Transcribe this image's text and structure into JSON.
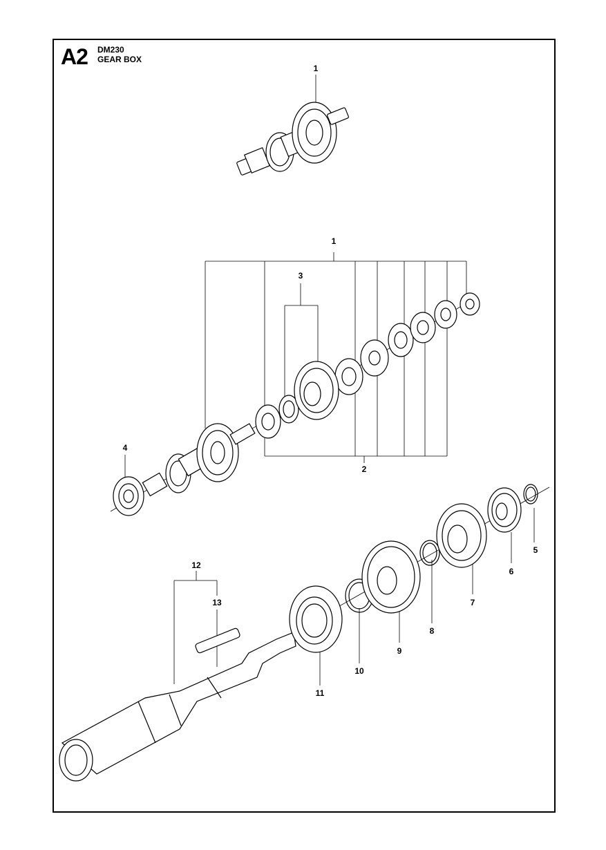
{
  "header": {
    "page_code": "A2",
    "model": "DM230",
    "section": "GEAR BOX"
  },
  "callouts": [
    "1",
    "1",
    "2",
    "3",
    "4",
    "5",
    "6",
    "7",
    "8",
    "9",
    "10",
    "11",
    "12",
    "13"
  ]
}
